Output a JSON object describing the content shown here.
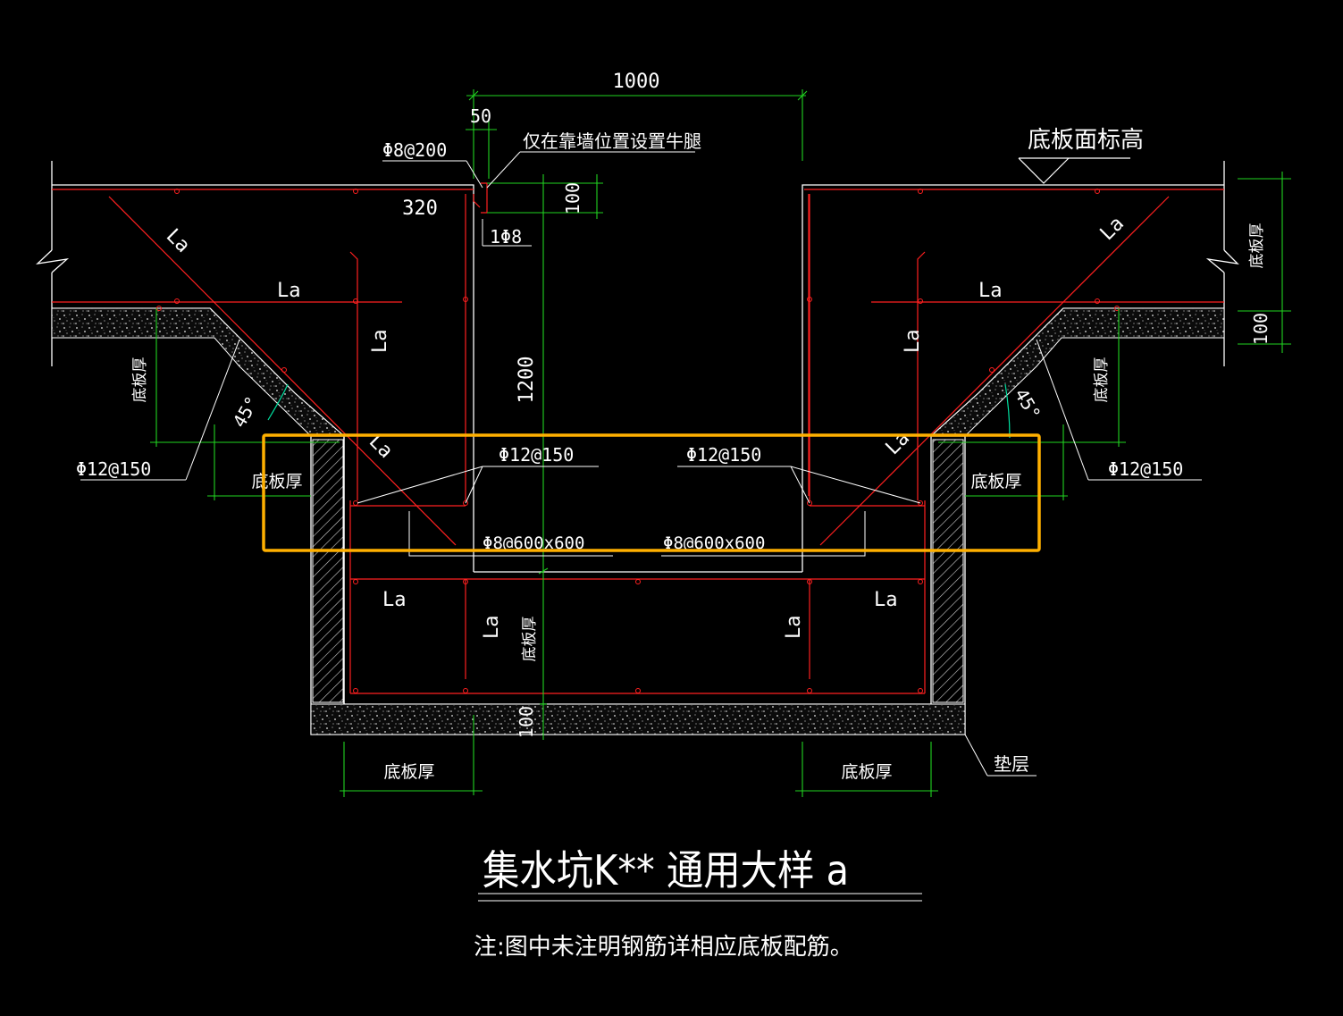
{
  "colors": {
    "background": "#000000",
    "concrete_outline": "#ffffff",
    "rebar": "#ff2020",
    "dimension": "#21d321",
    "highlight": "#ffb000",
    "text": "#ffffff",
    "leader": "#ffffff",
    "angle_arc": "#00e0a0"
  },
  "title": "集水坑K** 通用大样 a",
  "note": "注:图中未注明钢筋详相应底板配筋。",
  "dimensions": {
    "width_1000": "1000",
    "d50": "50",
    "d100_top": "100",
    "d1200": "1200",
    "d100_bottom": "100",
    "d100_right": "100",
    "d320": "320"
  },
  "labels": {
    "slab_elevation": "底板面标高",
    "corbel_note": "仅在靠墙位置设置牛腿",
    "rebar_phi8_200": "Φ8@200",
    "rebar_1phi8": "1Φ8",
    "rebar_phi12_150": "Φ12@150",
    "rebar_phi8_600": "Φ8@600x600",
    "la": "La",
    "slab_thickness": "底板厚",
    "angle_45": "45°",
    "cushion": "垫层"
  }
}
